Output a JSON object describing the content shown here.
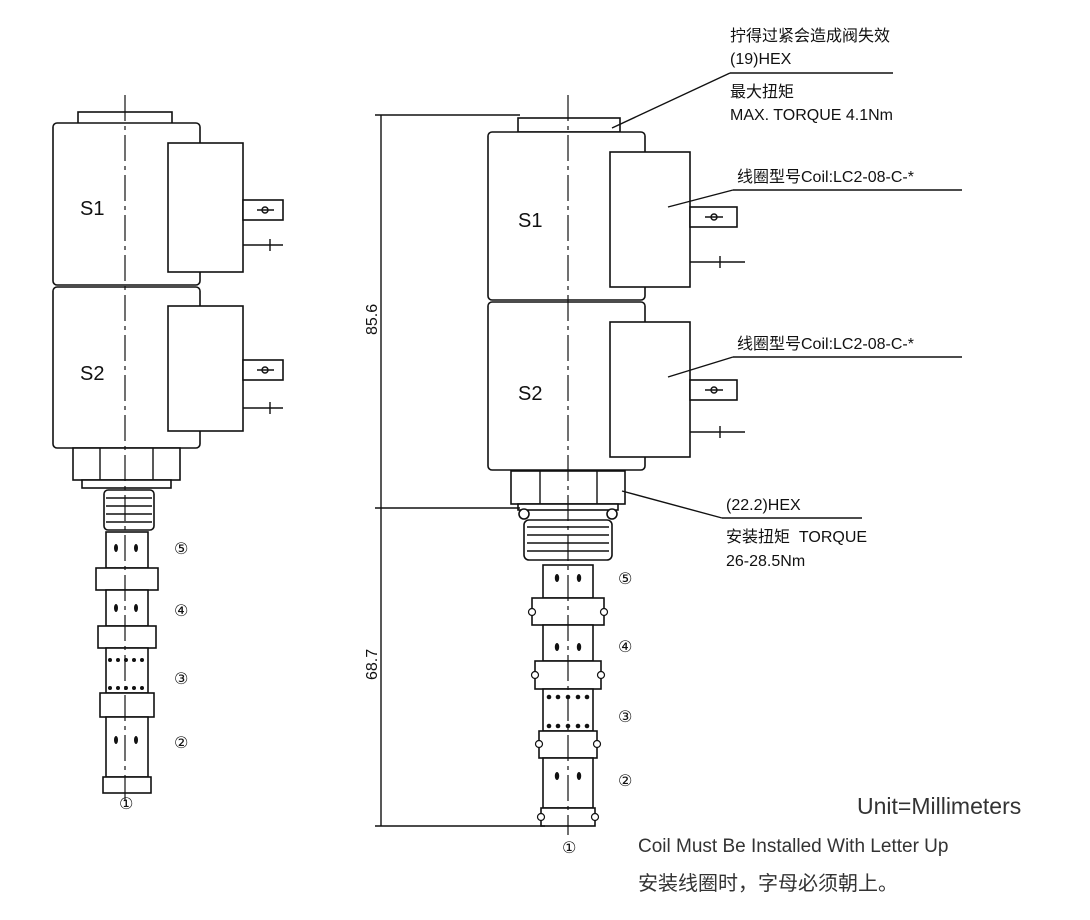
{
  "left_view": {
    "coil_labels": [
      "S1",
      "S2"
    ],
    "port_labels": [
      "⑤",
      "④",
      "③",
      "②",
      "①"
    ]
  },
  "right_view": {
    "coil_labels": [
      "S1",
      "S2"
    ],
    "port_labels": [
      "⑤",
      "④",
      "③",
      "②",
      "①"
    ],
    "dimensions": {
      "upper": "85.6",
      "lower": "68.7"
    },
    "callouts": {
      "top_hex": {
        "warning": "拧得过紧会造成阀失效",
        "hex": "(19)HEX",
        "torque_cn": "最大扭矩",
        "torque_en": "MAX. TORQUE 4.1Nm"
      },
      "coil_1": "线圈型号Coil:LC2-08-C-*",
      "coil_2": "线圈型号Coil:LC2-08-C-*",
      "body_hex": {
        "hex": "(22.2)HEX",
        "torque_label": "安装扭矩  TORQUE",
        "torque_value": "26-28.5Nm"
      }
    }
  },
  "notes": {
    "unit": "Unit=Millimeters",
    "coil_note_en": "Coil Must Be Installed With Letter Up",
    "coil_note_cn": "安装线圈时，字母必须朝上。"
  }
}
